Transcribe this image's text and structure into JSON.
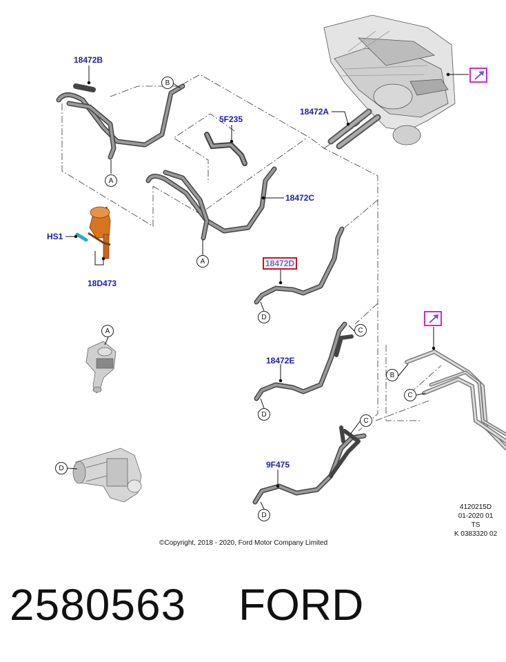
{
  "diagram": {
    "part_labels": {
      "p18472B": "18472B",
      "p5F235": "5F235",
      "p18472A": "18472A",
      "p18472C": "18472C",
      "pHS1": "HS1",
      "p18D473": "18D473",
      "p18472D": "18472D",
      "p18472E": "18472E",
      "p9F475": "9F475"
    },
    "callouts": {
      "A": "A",
      "B": "B",
      "C": "C",
      "D": "D"
    },
    "reference_code": [
      "4120215D",
      "01-2020 01",
      "TS",
      "K 0383320 02"
    ],
    "copyright": "©Copyright, 2018 - 2020, Ford Motor Company Limited",
    "colors": {
      "label": "#1a1ab8",
      "highlight_border": "#d0101a",
      "external_link": "#e020d0",
      "pump": "#d9751e"
    },
    "icons": [
      "external-link-icon"
    ]
  },
  "footer": {
    "part_number": "2580563",
    "brand": "FORD"
  }
}
